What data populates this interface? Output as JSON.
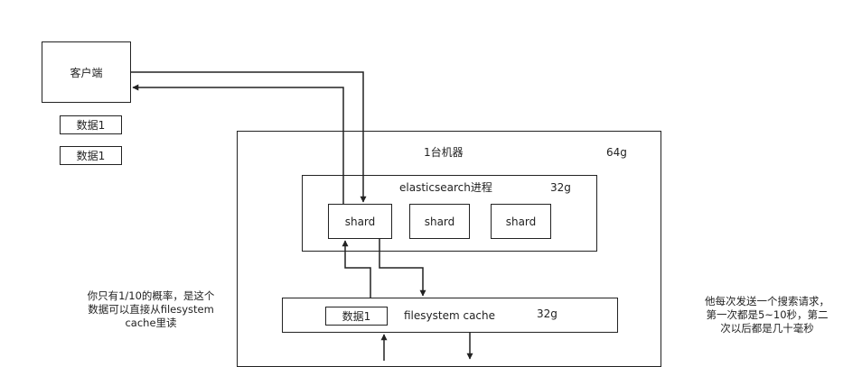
{
  "client": {
    "label": "客户端"
  },
  "client_data_items": [
    {
      "label": "数据1"
    },
    {
      "label": "数据1"
    }
  ],
  "machine": {
    "title": "1台机器",
    "memory": "64g"
  },
  "es_process": {
    "title": "elasticsearch进程",
    "memory": "32g",
    "shards": [
      {
        "label": "shard"
      },
      {
        "label": "shard"
      },
      {
        "label": "shard"
      }
    ]
  },
  "fs_cache": {
    "title": "filesystem cache",
    "memory": "32g",
    "data_item": "数据1"
  },
  "notes": {
    "left": [
      "你只有1/10的概率，是这个",
      "数据可以直接从filesystem",
      "cache里读"
    ],
    "right": [
      "他每次发送一个搜索请求，",
      "第一次都是5~10秒，第二",
      "次以后都是几十毫秒"
    ]
  }
}
